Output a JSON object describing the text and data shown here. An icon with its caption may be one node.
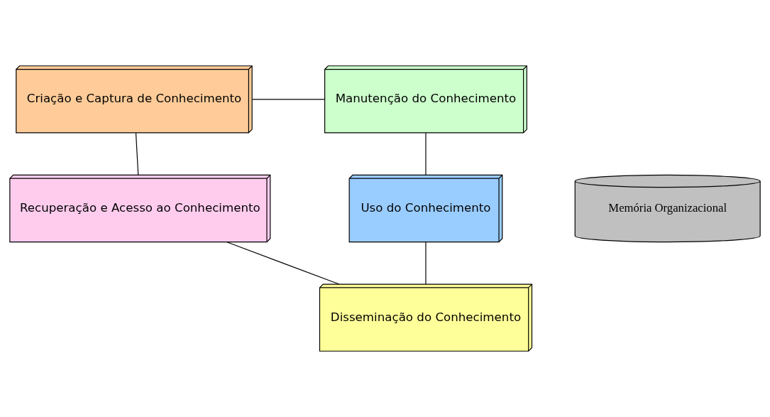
{
  "diagram": {
    "nodes": [
      {
        "text": [
          "Criação e Captura de Conhecimento"
        ]
      },
      {
        "text": [
          "Manutenção do Conhecimento"
        ]
      },
      {
        "text": [
          "Memória Organizacional"
        ]
      },
      {
        "text": [
          "Recuperação e Acesso ao Conhecimento"
        ]
      },
      {
        "text": [
          "Uso do Conhecimento"
        ]
      },
      {
        "text": [
          "Disseminação do Conhecimento"
        ]
      }
    ],
    "edges": [
      {
        "from": 0,
        "to": 1,
        "arrow": "none"
      },
      {
        "from": 1,
        "to": 4,
        "arrow": "none"
      },
      {
        "from": 4,
        "to": 5,
        "arrow": "none"
      },
      {
        "from": 5,
        "to": 3,
        "arrow": "none"
      },
      {
        "from": 3,
        "to": 0,
        "arrow": "none"
      }
    ]
  }
}
